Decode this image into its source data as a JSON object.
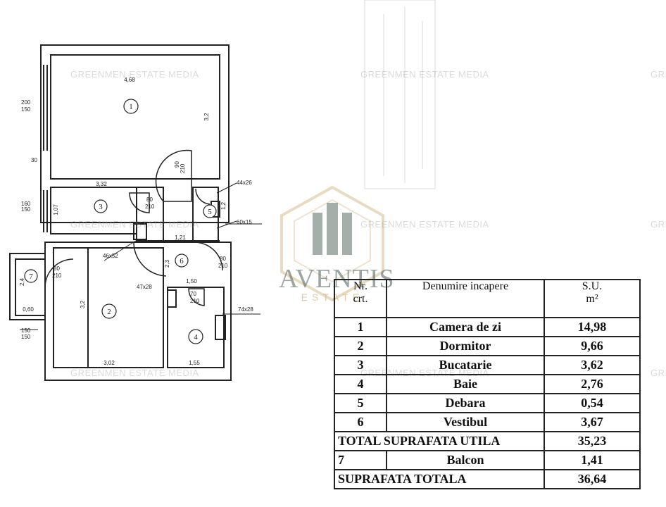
{
  "watermark": "GREENMEN ESTATE MEDIA",
  "logo": {
    "title": "AVENTIS",
    "subtitle": "ESTATE"
  },
  "plan": {
    "labels": {
      "room1_width": "4,68",
      "room1_depth": "3,2",
      "window_top_a": "200",
      "window_top_b": "150",
      "wall_30": "30",
      "kitchen_width": "3,32",
      "kitchen_depth": "1,07",
      "window_mid_a": "160",
      "window_mid_b": "150",
      "door_90_a": "90",
      "door_90_a_h": "210",
      "door_80_b": "80",
      "door_80_b_h": "210",
      "duct_44": "44x26",
      "duct_60": "60x15",
      "duct_46": "46x52",
      "pantry_depth": "1,2",
      "hall_width": "1,21",
      "hall_depth": "2,3",
      "door_80_c": "80",
      "door_80_c_h": "210",
      "door_80_d": "80",
      "door_80_d_h": "210",
      "balcony_depth": "2,4",
      "balcony_width": "0,60",
      "balcony_win_a": "150",
      "balcony_win_b": "150",
      "bedroom_depth": "3,2",
      "bedroom_width": "3,02",
      "duct_47": "47x28",
      "door_70": "70",
      "door_70_h": "210",
      "bath_top": "1,50",
      "duct_74": "74x28",
      "bath_width": "1,55"
    },
    "rooms": [
      "1",
      "3",
      "5",
      "6",
      "7",
      "2",
      "4"
    ]
  },
  "table": {
    "header": {
      "nr": "Nr.",
      "crt": "crt.",
      "name": "Denumire incapere",
      "su": "S.U.",
      "unit": "m²"
    },
    "rows": [
      {
        "nr": "1",
        "name": "Camera de zi",
        "area": "14,98"
      },
      {
        "nr": "2",
        "name": "Dormitor",
        "area": "9,66"
      },
      {
        "nr": "3",
        "name": "Bucatarie",
        "area": "3,62"
      },
      {
        "nr": "4",
        "name": "Baie",
        "area": "2,76"
      },
      {
        "nr": "5",
        "name": "Debara",
        "area": "0,54"
      },
      {
        "nr": "6",
        "name": "Vestibul",
        "area": "3,67"
      }
    ],
    "total_useful": {
      "label": "TOTAL SUPRAFATA UTILA",
      "area": "35,23"
    },
    "balcony": {
      "nr": "7",
      "name": "Balcon",
      "area": "1,41"
    },
    "total": {
      "label": "SUPRAFATA TOTALA",
      "area": "36,64"
    }
  }
}
